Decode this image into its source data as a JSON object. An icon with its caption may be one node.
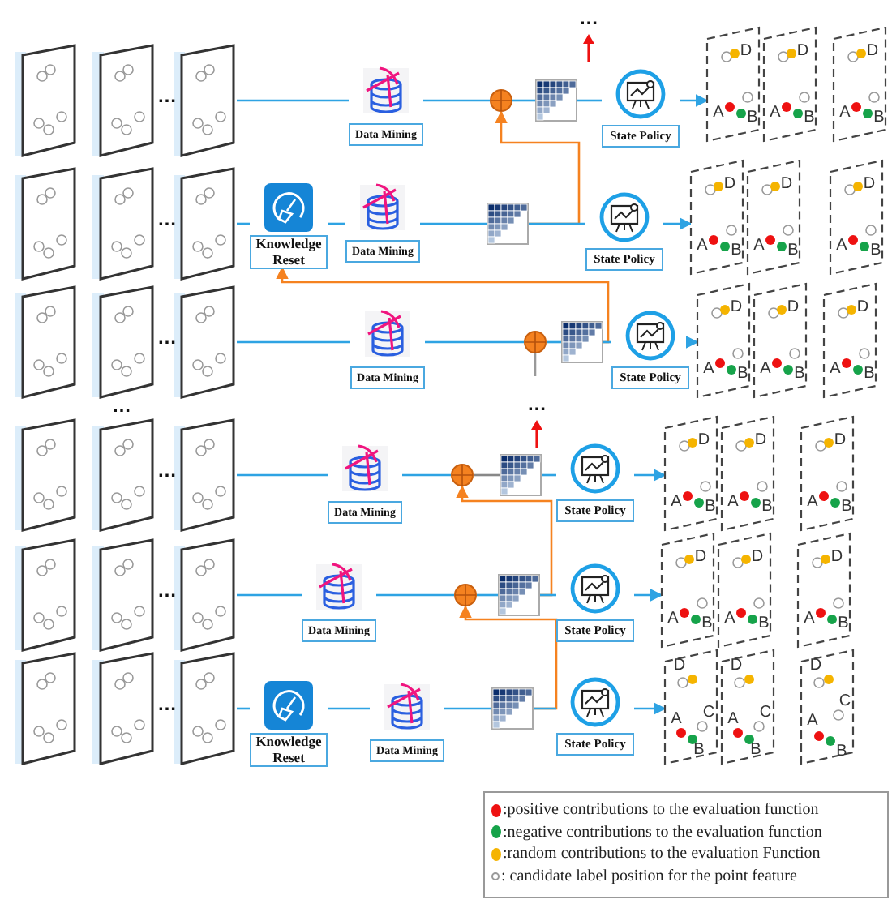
{
  "diagram": {
    "nodes": [
      {
        "text": [],
        "shape": "box"
      },
      {
        "text": [
          "Data Mining"
        ]
      },
      {
        "text": [],
        "shape": "circle"
      },
      {
        "text": [],
        "shape": "grid"
      },
      {
        "text": [
          "State Policy"
        ]
      },
      {
        "text": [],
        "shape": "box"
      },
      {
        "text": [],
        "shape": "box"
      },
      {
        "text": [
          "Knowledge Reset"
        ]
      },
      {
        "text": [
          "Data Mining"
        ]
      },
      {
        "text": [],
        "shape": "grid"
      },
      {
        "text": [
          "State Policy"
        ]
      },
      {
        "text": [],
        "shape": "box"
      },
      {
        "text": [],
        "shape": "box"
      },
      {
        "text": [
          "Data Mining"
        ]
      },
      {
        "text": [],
        "shape": "circle"
      },
      {
        "text": [],
        "shape": "grid"
      },
      {
        "text": [
          "State Policy"
        ]
      },
      {
        "text": [],
        "shape": "box"
      },
      {
        "text": [],
        "shape": "box"
      },
      {
        "text": [
          "Data Mining"
        ]
      },
      {
        "text": [],
        "shape": "circle"
      },
      {
        "text": [],
        "shape": "grid"
      },
      {
        "text": [
          "State Policy"
        ]
      },
      {
        "text": [],
        "shape": "box"
      },
      {
        "text": [],
        "shape": "box"
      },
      {
        "text": [
          "Data Mining"
        ]
      },
      {
        "text": [],
        "shape": "circle"
      },
      {
        "text": [],
        "shape": "grid"
      },
      {
        "text": [
          "State Policy"
        ]
      },
      {
        "text": [],
        "shape": "box"
      },
      {
        "text": [],
        "shape": "box"
      },
      {
        "text": [
          "Knowledge Reset"
        ]
      },
      {
        "text": [
          "Data Mining"
        ]
      },
      {
        "text": [],
        "shape": "grid"
      },
      {
        "text": [
          "State Policy"
        ]
      },
      {
        "text": [],
        "shape": "box"
      }
    ],
    "edges": [
      {
        "from": 0,
        "to": 1,
        "arrow": "none"
      },
      {
        "from": 1,
        "to": 2,
        "arrow": "none"
      },
      {
        "from": 2,
        "to": 3,
        "arrow": "none"
      },
      {
        "from": 3,
        "to": 4,
        "arrow": "none"
      },
      {
        "from": 4,
        "to": 5,
        "arrow": "to"
      },
      {
        "from": 6,
        "to": 7,
        "arrow": "none"
      },
      {
        "from": 7,
        "to": 8,
        "arrow": "none"
      },
      {
        "from": 8,
        "to": 9,
        "arrow": "none"
      },
      {
        "from": 9,
        "to": 10,
        "arrow": "none"
      },
      {
        "from": 10,
        "to": 11,
        "arrow": "to"
      },
      {
        "from": 9,
        "to": 2,
        "arrow": "to",
        "color": "#f58220"
      },
      {
        "from": 12,
        "to": 13,
        "arrow": "none"
      },
      {
        "from": 13,
        "to": 14,
        "arrow": "none"
      },
      {
        "from": 14,
        "to": 15,
        "arrow": "none"
      },
      {
        "from": 15,
        "to": 16,
        "arrow": "none"
      },
      {
        "from": 16,
        "to": 17,
        "arrow": "to"
      },
      {
        "from": 15,
        "to": 7,
        "arrow": "to",
        "color": "#f58220"
      },
      {
        "from": 18,
        "to": 19,
        "arrow": "none"
      },
      {
        "from": 19,
        "to": 20,
        "arrow": "none"
      },
      {
        "from": 20,
        "to": 21,
        "arrow": "none",
        "color": "#888888"
      },
      {
        "from": 21,
        "to": 22,
        "arrow": "none"
      },
      {
        "from": 22,
        "to": 23,
        "arrow": "to"
      },
      {
        "from": 24,
        "to": 25,
        "arrow": "none"
      },
      {
        "from": 25,
        "to": 26,
        "arrow": "none"
      },
      {
        "from": 26,
        "to": 27,
        "arrow": "none"
      },
      {
        "from": 27,
        "to": 28,
        "arrow": "none"
      },
      {
        "from": 28,
        "to": 29,
        "arrow": "to"
      },
      {
        "from": 27,
        "to": 20,
        "arrow": "to",
        "color": "#f58220"
      },
      {
        "from": 30,
        "to": 31,
        "arrow": "none"
      },
      {
        "from": 31,
        "to": 32,
        "arrow": "none"
      },
      {
        "from": 32,
        "to": 33,
        "arrow": "none"
      },
      {
        "from": 33,
        "to": 34,
        "arrow": "none"
      },
      {
        "from": 34,
        "to": 35,
        "arrow": "to"
      },
      {
        "from": 33,
        "to": 26,
        "arrow": "to",
        "color": "#f58220"
      }
    ],
    "labels": [
      "…",
      "…",
      "D",
      "A",
      "B",
      "D",
      "A",
      "B",
      "D",
      "A",
      "B",
      "…",
      "D",
      "A",
      "B",
      "D",
      "A",
      "B",
      "D",
      "A",
      "B",
      "…",
      "D",
      "A",
      "B",
      "D",
      "A",
      "B",
      "D",
      "A",
      "B",
      "…",
      "…",
      "…",
      "D",
      "A",
      "B",
      "D",
      "A",
      "B",
      "D",
      "A",
      "B",
      "…",
      "D",
      "A",
      "B",
      "D",
      "A",
      "B",
      "D",
      "A",
      "B",
      "…",
      "D",
      "A",
      "C",
      "B",
      "D",
      "A",
      "C",
      "B",
      "D",
      "C",
      "A",
      "B"
    ],
    "legend": [
      {
        "text": ":positive contributions to the evaluation function",
        "color": "#ee1111"
      },
      {
        "text": ":negative contributions to the evaluation function",
        "color": "#16a34a"
      },
      {
        "text": ":random contributions to the evaluation Function",
        "color": "#f5b400"
      },
      {
        "text": ": candidate label position for the point feature"
      }
    ]
  }
}
